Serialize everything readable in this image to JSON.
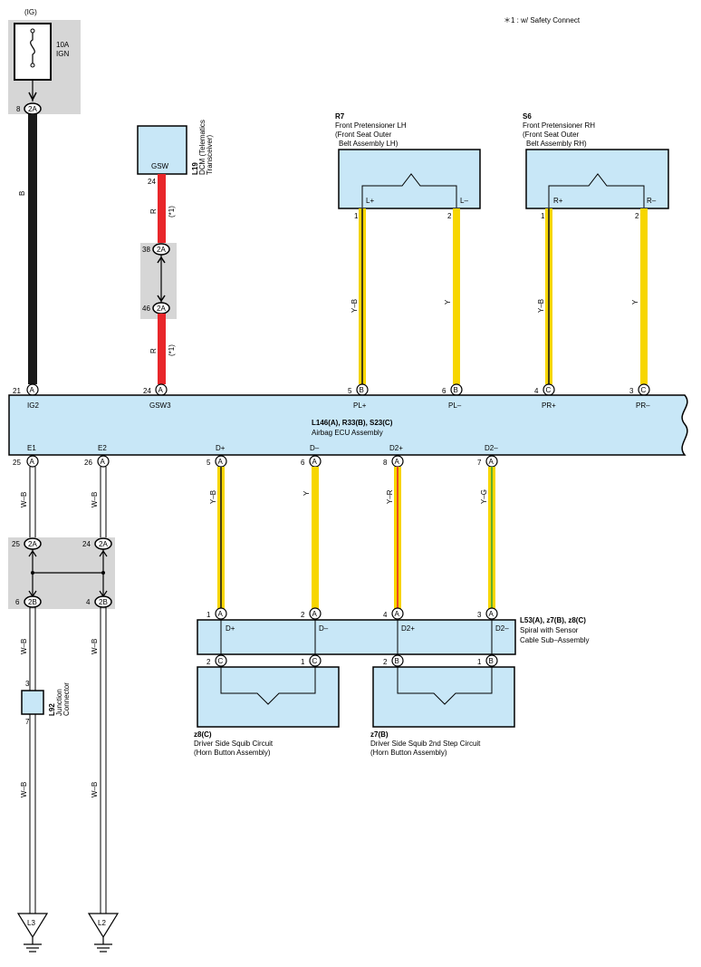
{
  "note": "＊1 : w/ Safety Connect",
  "fuse": {
    "source": "(IG)",
    "rating": "10A",
    "name": "IGN"
  },
  "junction_2A": "2A",
  "junction_2B": "2B",
  "pins": {
    "p8": "8",
    "p24": "24",
    "p38": "38",
    "p46": "46",
    "p21": "21",
    "p24b": "24",
    "p5": "5",
    "p6": "6",
    "p4": "4",
    "p3": "3",
    "p25": "25",
    "p26": "26",
    "p5b": "5",
    "p6b": "6",
    "p8b": "8",
    "p7": "7",
    "p25j": "25",
    "p24j": "24",
    "p6j": "6",
    "p4j": "4",
    "sp1": "1",
    "sp2": "2",
    "sp4": "4",
    "sp3": "3",
    "s2": "2",
    "s1": "1",
    "s2b": "2",
    "s1b": "1",
    "r1": "1",
    "r2": "2",
    "s6_1": "1",
    "s6_2": "2",
    "l92_3": "3",
    "l92_7": "7"
  },
  "connectors": {
    "A": "A",
    "B": "B",
    "C": "C"
  },
  "dcm": {
    "terminal": "GSW",
    "code": "L19",
    "name": "DCM (Telematics",
    "name2": "Transceiver)"
  },
  "r7": {
    "code": "R7",
    "line1": "Front Pretensioner LH",
    "line2": "(Front Seat Outer",
    "line3": "Belt Assembly LH)",
    "t1": "L+",
    "t2": "L–"
  },
  "s6": {
    "code": "S6",
    "line1": "Front Pretensioner RH",
    "line2": "(Front Seat Outer",
    "line3": "Belt Assembly RH)",
    "t1": "R+",
    "t2": "R–"
  },
  "ecu": {
    "code": "L146(A), R33(B), S23(C)",
    "name": "Airbag ECU Assembly",
    "top_terminals": [
      "IG2",
      "GSW3",
      "PL+",
      "PL–",
      "PR+",
      "PR–"
    ],
    "bottom_terminals": [
      "E1",
      "E2",
      "D+",
      "D–",
      "D2+",
      "D2–"
    ]
  },
  "spiral": {
    "code": "L53(A), z7(B), z8(C)",
    "line1": "Spiral with Sensor",
    "line2": "Cable Sub–Assembly",
    "terminals": [
      "D+",
      "D–",
      "D2+",
      "D2–"
    ]
  },
  "z8": {
    "code": "z8(C)",
    "line1": "Driver Side Squib Circuit",
    "line2": "(Horn Button Assembly)"
  },
  "z7": {
    "code": "z7(B)",
    "line1": "Driver Side Squib 2nd Step Circuit",
    "line2": "(Horn Button Assembly)"
  },
  "l92": {
    "code": "L92",
    "line1": "Junction",
    "line2": "Connector"
  },
  "grounds": {
    "g1": "L3",
    "g2": "L2"
  },
  "wires": {
    "b": "B",
    "r": "R",
    "r2": "R",
    "star1": "(*1)",
    "star2": "(*1)",
    "yb1": "Y–B",
    "y1": "Y",
    "yb2": "Y–B",
    "y2": "Y",
    "wb1": "W–B",
    "wb2": "W–B",
    "wb3": "W–B",
    "wb4": "W–B",
    "yb3": "Y–B",
    "y3": "Y",
    "yr": "Y–R",
    "yg": "Y–G"
  },
  "colors": {
    "black_wire": "#1a1a1a",
    "red_wire": "#e8262a",
    "yellow_wire": "#f7d600",
    "green_wire": "#3aa53a",
    "component_fill": "#c8e7f7",
    "shade": "#d6d6d6"
  }
}
